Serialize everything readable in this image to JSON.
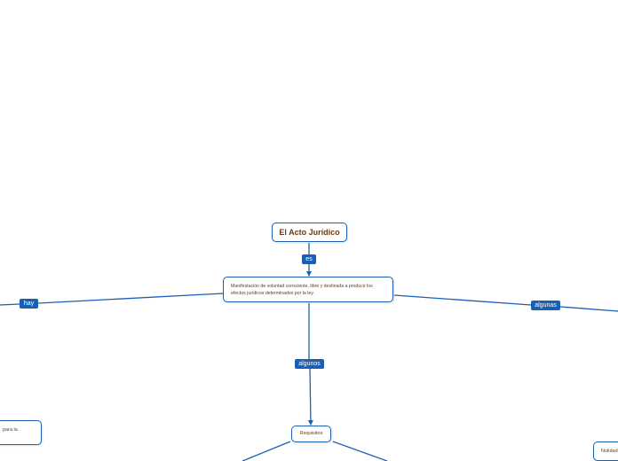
{
  "diagram": {
    "main_node": "El Acto Jurídico",
    "definition_node": "Manifestación de voluntad consciente, libre y destinada a producir los efectos jurídicos determinados por la ley.",
    "requirements_node": "Requisitos",
    "left_partial_node": "para la",
    "right_partial_node": "Nulidad",
    "edge_labels": {
      "es": "es",
      "hay": "hay",
      "algunos": "algunos",
      "algunas": "algunas"
    },
    "colors": {
      "link": "#1a5fb4",
      "label_bg": "#1a5fb4",
      "label_text": "#ffffff",
      "node_border": "#1a5fb4",
      "node_text": "#6b3a12"
    }
  }
}
